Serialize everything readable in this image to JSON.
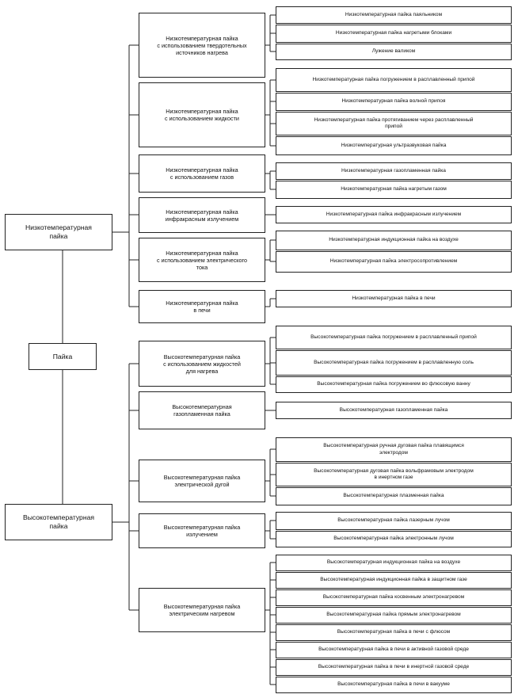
{
  "root": "Пайка",
  "branches": [
    {
      "label": "Низкотемпературная\nпайка",
      "groups": [
        {
          "label": "Низкотемпературная пайка\nс использованием твердотельных\nисточников нагрева",
          "items": [
            "Низкотемпературная пайка паяльником",
            "Низкотемпературная пайка нагретыми блоками",
            "Лужение валиком"
          ]
        },
        {
          "label": "Низкотемпературная пайка\nс использованием жидкости",
          "items": [
            "Низкотемпературная пайка погружением в расплавленный припой",
            "Низкотемпературная пайка волной припоя",
            "Низкотемпературная пайка протягиванием через расплавленный\nприпой",
            "Низкотемпературная ультразвуковая пайка"
          ]
        },
        {
          "label": "Низкотемпературная пайка\nс использованием газов",
          "items": [
            "Низкотемпературная газопламенная пайка",
            "Низкотемпературная пайка нагретым газом"
          ]
        },
        {
          "label": "Низкотемпературная пайка\nинфракрасным излучением",
          "items": [
            "Низкотемпературная пайка инфракрасным излучением"
          ]
        },
        {
          "label": "Низкотемпературная пайка\nс использованием электрического\nтока",
          "items": [
            "Низкотемпературная индукционная пайка на воздухе",
            "Низкотемпературная пайка электросопротивлением"
          ]
        },
        {
          "label": "Низкотемпературная пайка\nв печи",
          "items": [
            "Низкотемпературная пайка в печи"
          ]
        }
      ]
    },
    {
      "label": "Высокотемпературная\nпайка",
      "groups": [
        {
          "label": "Высокотемпературная пайка\nс использованием жидкостей\nдля нагрева",
          "items": [
            "Высокотемпературная пайка погружением в расплавленный припой",
            "Высокотемпературная пайка погружением в расплавленную соль",
            "Высокотемпературная пайка погружением во флюсовую ванну"
          ]
        },
        {
          "label": "Высокотемпературная\nгазопламенная пайка",
          "items": [
            "Высокотемпературная газопламенная пайка"
          ]
        },
        {
          "label": "Высокотемпературная пайка\nэлектрической дугой",
          "items": [
            "Высокотемпературная ручная дуговая пайка плавящимся\nэлектродом",
            "Высокотемпературная дуговая пайка вольфрамовым электродом\nв инертном газе",
            "Высокотемпературная плазменная пайка"
          ]
        },
        {
          "label": "Высокотемпературная пайка\nизлучением",
          "items": [
            "Высокотемпературная пайка лазерным лучом",
            "Высокотемпературная пайка электронным лучом"
          ]
        },
        {
          "label": "Высокотемпературная пайка\nэлектрическим нагревом",
          "items": [
            "Высокотемпературная индукционная пайка на воздухе",
            "Высокотемпературная индукционная пайка в защитном газе",
            "Высокотемпературная пайка косвенным электронагревом",
            "Высокотемпературная пайка прямым электронагревом",
            "Высокотемпературная пайка в печи с флюсом",
            "Высокотемпературная пайка в печи в активной газовой среде",
            "Высокотемпературная пайка в печи в инертной газовой среде",
            "Высокотемпературная пайка в печи в вакууме"
          ]
        }
      ]
    }
  ]
}
